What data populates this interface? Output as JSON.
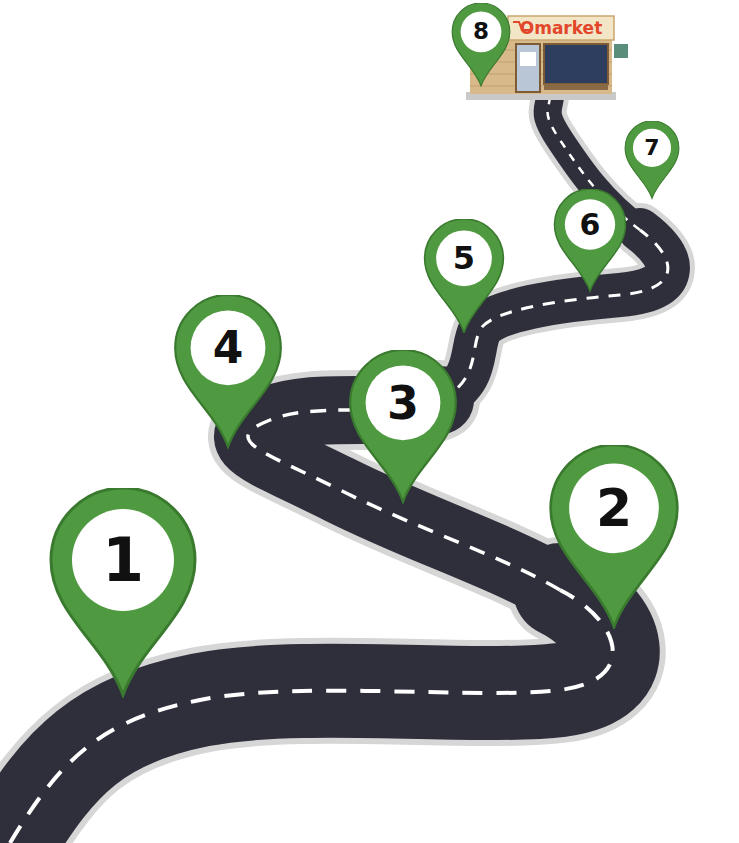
{
  "diagram": {
    "nodes": [
      {
        "text": [
          "1"
        ]
      },
      {
        "text": [
          "2"
        ]
      },
      {
        "text": [
          "3"
        ]
      },
      {
        "text": [
          "4"
        ]
      },
      {
        "text": [
          "5"
        ]
      },
      {
        "text": [
          "6"
        ]
      },
      {
        "text": [
          "7"
        ]
      },
      {
        "text": [
          "8"
        ]
      }
    ],
    "labels": [
      "Omarket"
    ]
  }
}
